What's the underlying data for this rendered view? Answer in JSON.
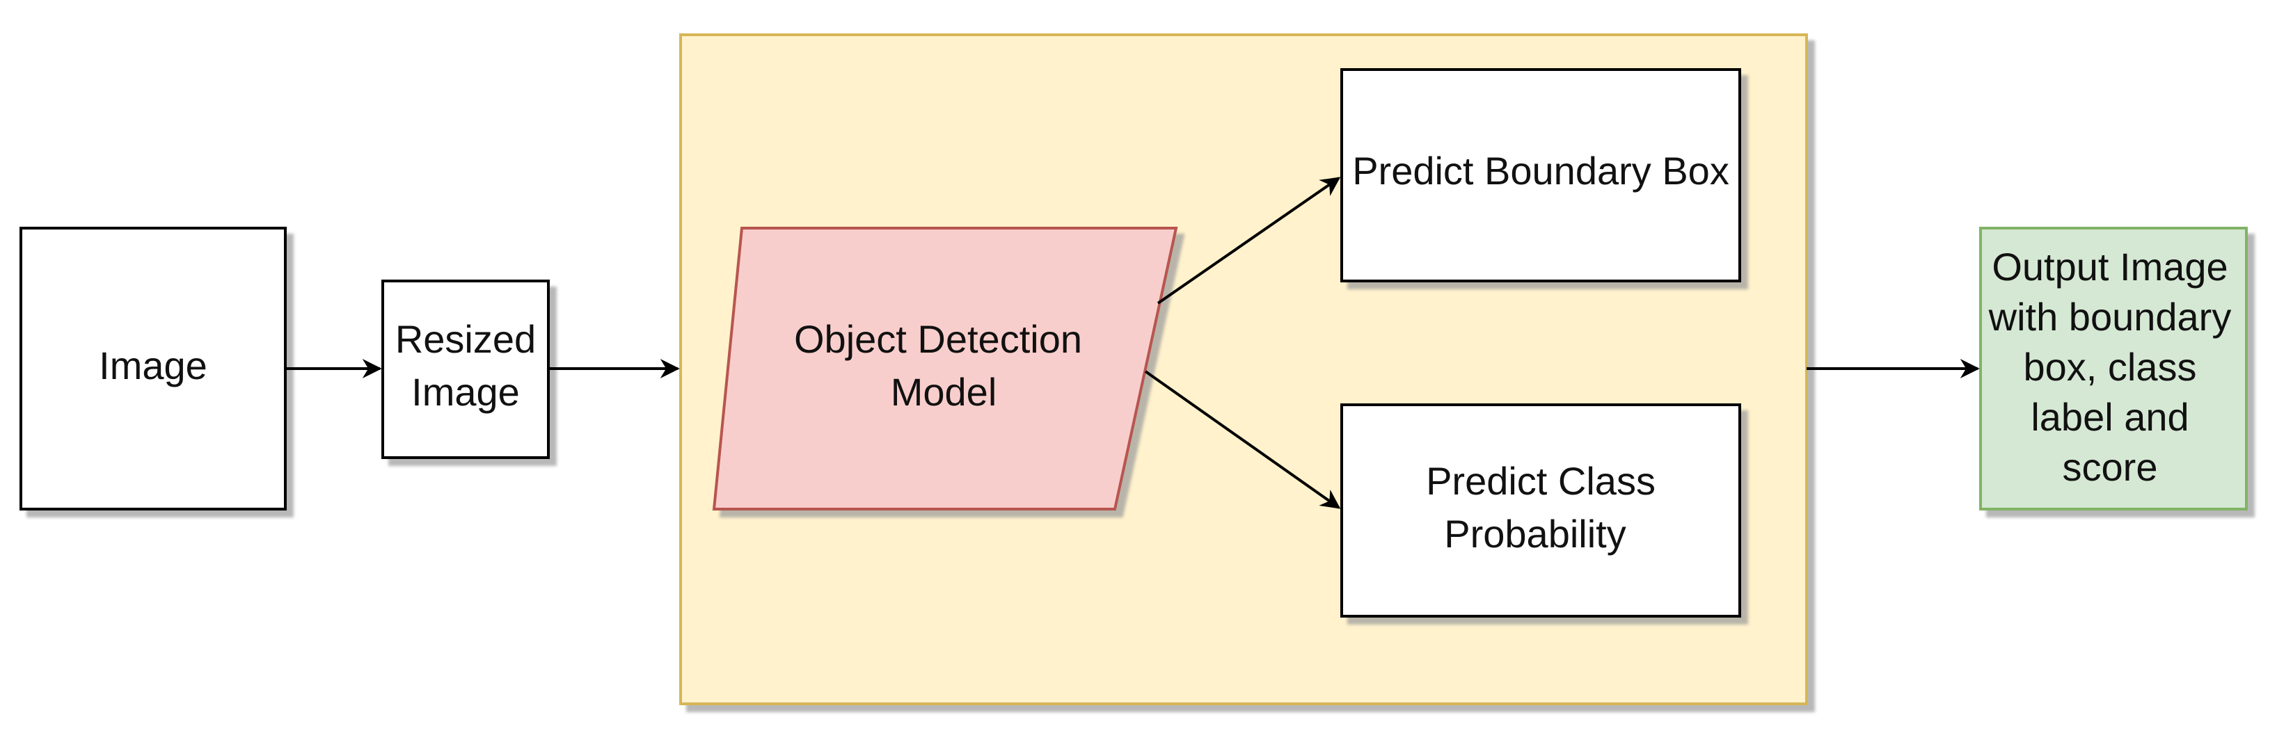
{
  "nodes": {
    "image": {
      "label": "Image"
    },
    "resized_image": {
      "label_lines": [
        "Resized",
        "Image"
      ]
    },
    "object_detection_model": {
      "label_lines": [
        "Object Detection",
        "Model"
      ]
    },
    "predict_boundary_box": {
      "label": "Predict Boundary Box"
    },
    "predict_class_probability": {
      "label_lines": [
        "Predict Class",
        "Probability"
      ]
    },
    "output_image": {
      "label_lines": [
        "Output Image",
        "with boundary",
        "box, class",
        "label and",
        "score"
      ]
    }
  },
  "colors": {
    "container_fill": "#fff2cc",
    "container_stroke": "#d6b656",
    "model_fill": "#f8cecc",
    "model_stroke": "#b85450",
    "output_fill": "#d5e8d4",
    "output_stroke": "#82b366",
    "node_fill": "#ffffff",
    "node_stroke": "#000000",
    "shadow": "#9a9a9a",
    "arrow": "#000000"
  }
}
